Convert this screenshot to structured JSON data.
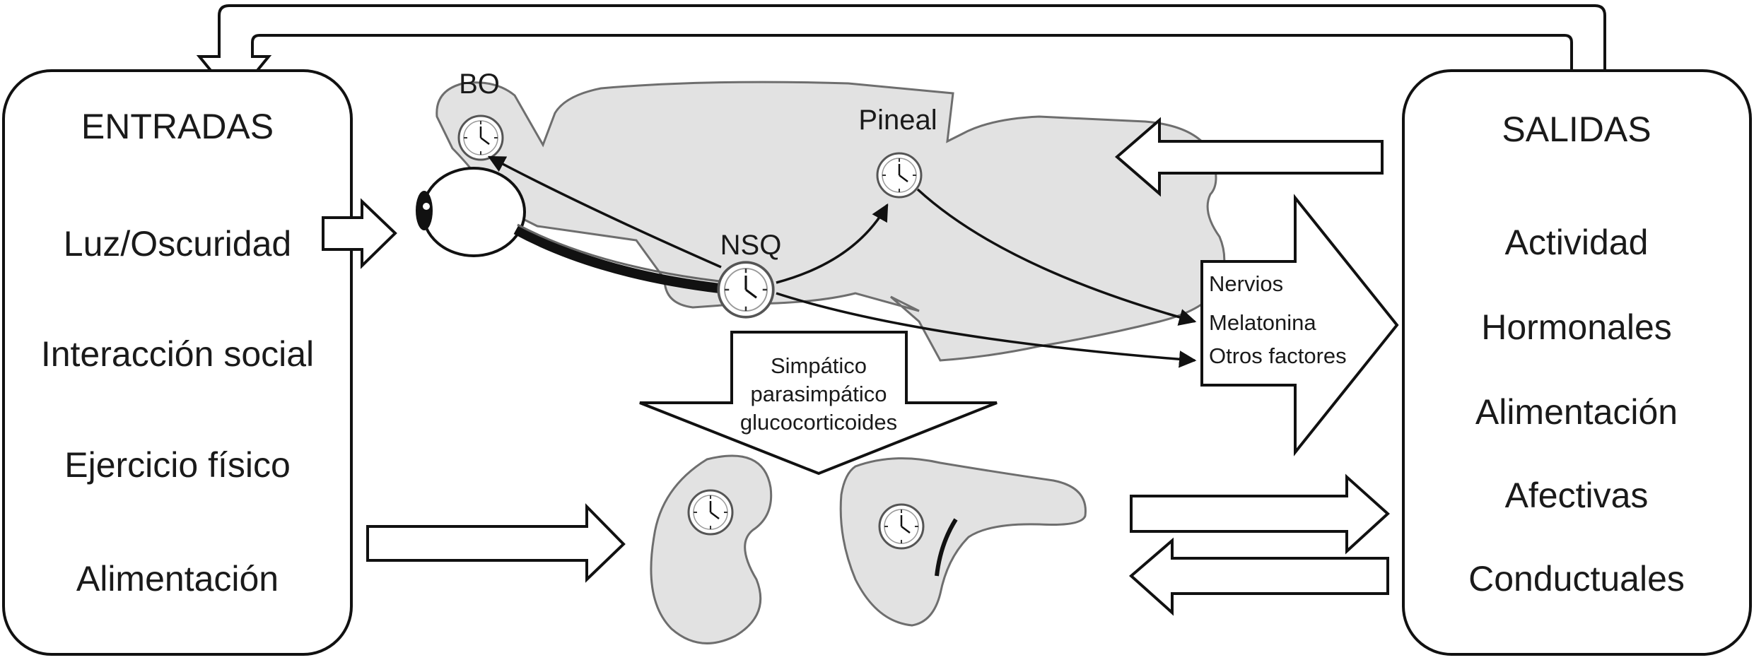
{
  "inputs": {
    "title": "ENTRADAS",
    "items": [
      "Luz/Oscuridad",
      "Interacción social",
      "Ejercicio físico",
      "Alimentación"
    ]
  },
  "outputs": {
    "title": "SALIDAS",
    "items": [
      "Actividad",
      "Hormonales",
      "Alimentación",
      "Afectivas",
      "Conductuales"
    ]
  },
  "brain_labels": {
    "bo": "BO",
    "pineal": "Pineal",
    "nsq": "NSQ"
  },
  "signals_arrow": [
    "Nervios",
    "Melatonina",
    "Otros factores"
  ],
  "autonomic_arrow": [
    "Simpático",
    "parasimpático",
    "glucocorticoides"
  ]
}
